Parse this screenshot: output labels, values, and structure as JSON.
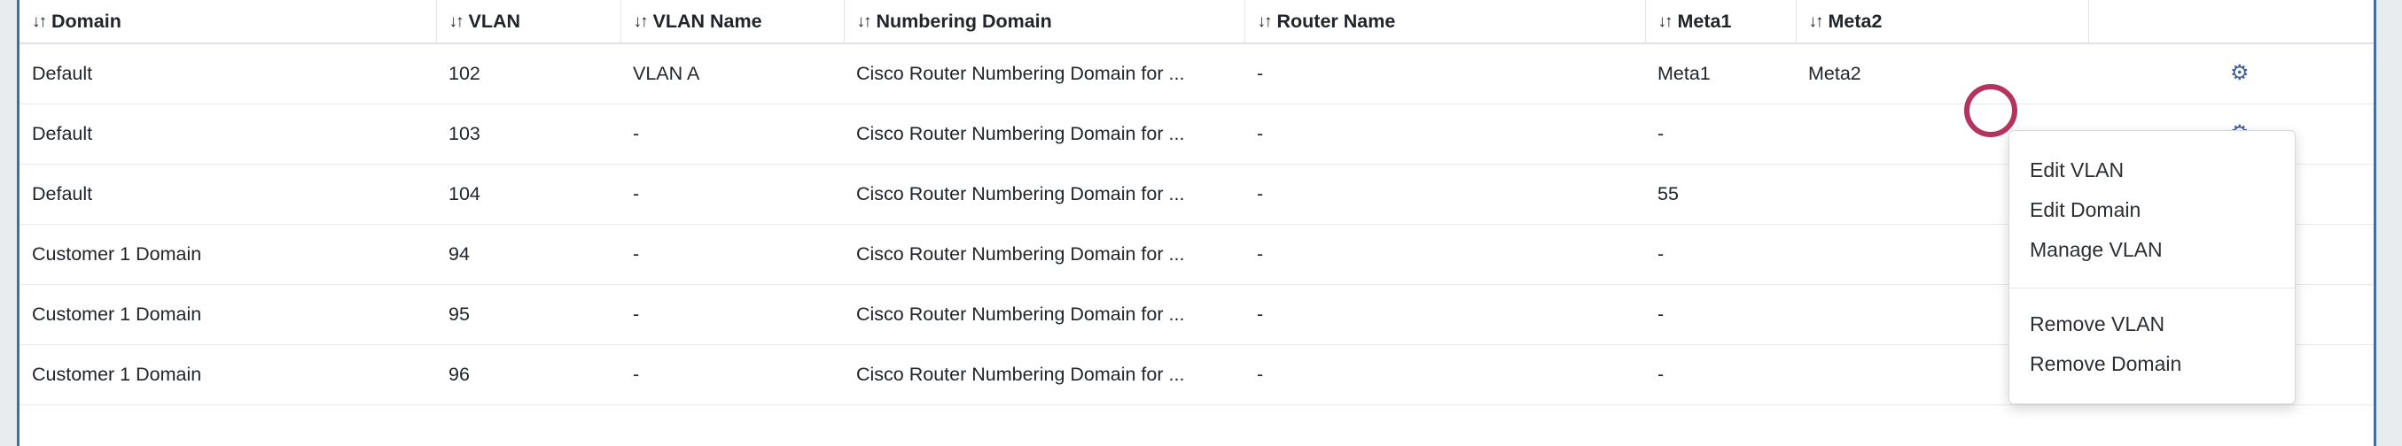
{
  "table": {
    "columns": [
      {
        "key": "domain",
        "label": "Domain",
        "sort_icon": "sort-icon",
        "sortable": true
      },
      {
        "key": "vlan",
        "label": "VLAN",
        "sort_icon": "sort-icon",
        "sortable": true
      },
      {
        "key": "vlan_name",
        "label": "VLAN Name",
        "sort_icon": "sort-icon",
        "sortable": true
      },
      {
        "key": "numbering_domain",
        "label": "Numbering Domain",
        "sort_icon": "sort-icon",
        "sortable": true
      },
      {
        "key": "router_name",
        "label": "Router Name",
        "sort_icon": "sort-icon",
        "sortable": true
      },
      {
        "key": "meta1",
        "label": "Meta1",
        "sort_icon": "sort-icon",
        "sortable": true
      },
      {
        "key": "meta2",
        "label": "Meta2",
        "sort_icon": "sort-icon",
        "sortable": true
      },
      {
        "key": "actions",
        "label": "",
        "sort_icon": "",
        "sortable": false
      }
    ],
    "sort_glyph": "↓↑",
    "row_action_icon": "gear-icon",
    "row_action_glyph": "⚙",
    "rows": [
      {
        "domain": "Default",
        "vlan": "102",
        "vlan_name": "VLAN A",
        "numbering_domain": "Cisco Router Numbering Domain for ...",
        "router_name": "-",
        "meta1": "Meta1",
        "meta2": "Meta2"
      },
      {
        "domain": "Default",
        "vlan": "103",
        "vlan_name": "-",
        "numbering_domain": "Cisco Router Numbering Domain for ...",
        "router_name": "-",
        "meta1": "-",
        "meta2": ""
      },
      {
        "domain": "Default",
        "vlan": "104",
        "vlan_name": "-",
        "numbering_domain": "Cisco Router Numbering Domain for ...",
        "router_name": "-",
        "meta1": "55",
        "meta2": ""
      },
      {
        "domain": "Customer 1 Domain",
        "vlan": "94",
        "vlan_name": "-",
        "numbering_domain": "Cisco Router Numbering Domain for ...",
        "router_name": "-",
        "meta1": "-",
        "meta2": ""
      },
      {
        "domain": "Customer 1 Domain",
        "vlan": "95",
        "vlan_name": "-",
        "numbering_domain": "Cisco Router Numbering Domain for ...",
        "router_name": "-",
        "meta1": "-",
        "meta2": ""
      },
      {
        "domain": "Customer 1 Domain",
        "vlan": "96",
        "vlan_name": "-",
        "numbering_domain": "Cisco Router Numbering Domain for ...",
        "router_name": "-",
        "meta1": "-",
        "meta2": ""
      }
    ]
  },
  "context_menu": {
    "open": true,
    "groups": [
      {
        "items": [
          {
            "label": "Edit VLAN"
          },
          {
            "label": "Edit Domain"
          },
          {
            "label": "Manage VLAN"
          }
        ]
      },
      {
        "items": [
          {
            "label": "Remove VLAN"
          },
          {
            "label": "Remove Domain"
          }
        ]
      }
    ]
  },
  "annotation": {
    "shape": "circle",
    "color": "#b4335f"
  },
  "colors": {
    "page_background": "#e9ecef",
    "content_background": "#ffffff",
    "rail": "#3d6ea8",
    "text": "#212529",
    "row_border": "#e6e8ea",
    "header_border": "#dee2e6",
    "gear": "#3b5f9e",
    "annotation": "#b4335f"
  }
}
